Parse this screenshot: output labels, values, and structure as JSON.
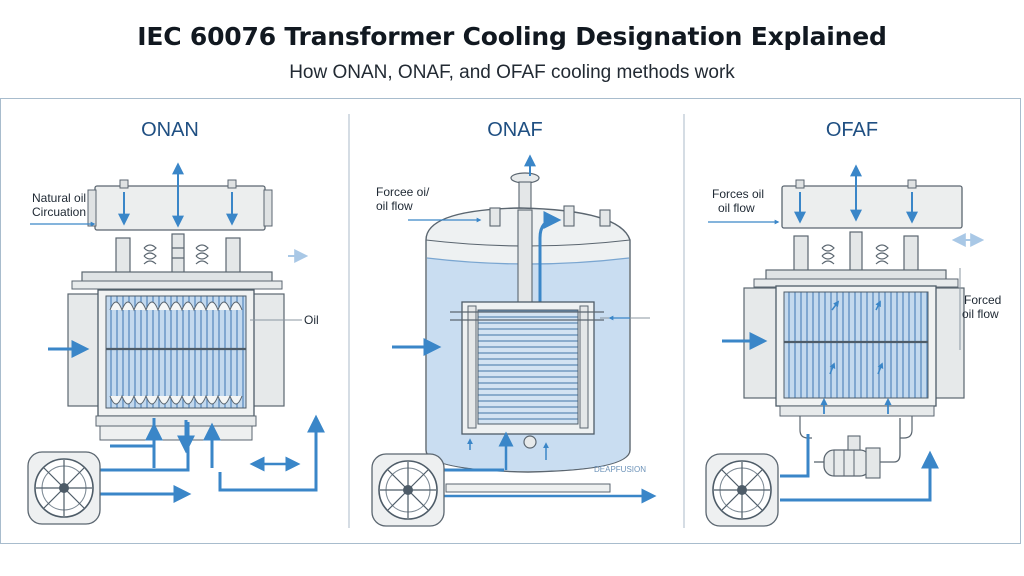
{
  "header": {
    "title": "IEC 60076 Transformer Cooling Designation Explained",
    "subtitle": "How ONAN, ONAF, and OFAF cooling methods work"
  },
  "panels": [
    {
      "id": "onan",
      "title": "ONAN",
      "labels": [
        "Natural oil",
        "Circuation",
        "Oil"
      ]
    },
    {
      "id": "onaf",
      "title": "ONAF",
      "labels": [
        "Forcee oi/",
        "oil flow",
        "DEAPFUSION"
      ]
    },
    {
      "id": "ofaf",
      "title": "OFAF",
      "labels": [
        "Forces oil",
        "oil flow",
        "Forced",
        "oil flow"
      ]
    }
  ],
  "colors": {
    "accent": "#3a86c8",
    "oil_fill": "#c9ddf1",
    "tank_fill": "#e8eced",
    "line": "#4e5c68",
    "title": "#1f4f82"
  },
  "icons": [
    "fan-icon",
    "flow-arrow-icon",
    "pump-icon",
    "valve-handwheel-icon"
  ]
}
